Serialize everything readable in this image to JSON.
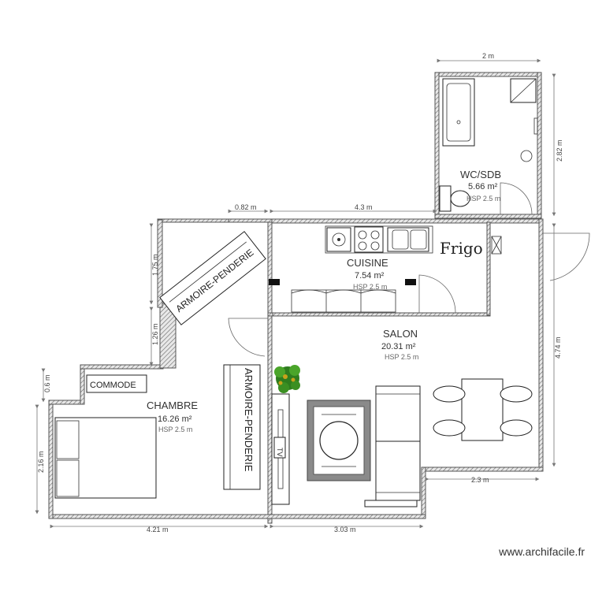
{
  "rooms": [
    {
      "name": "WC/SDB",
      "area": "5.66 m²",
      "hsp": "HSP 2.5 m"
    },
    {
      "name": "CUISINE",
      "area": "7.54 m²",
      "hsp": "HSP 2.5 m"
    },
    {
      "name": "SALON",
      "area": "20.31 m²",
      "hsp": "HSP 2.5 m"
    },
    {
      "name": "CHAMBRE",
      "area": "16.26 m²",
      "hsp": "HSP 2.5 m"
    }
  ],
  "labels": {
    "armoire_1": "ARMOIRE-PENDERIE",
    "armoire_2": "ARMOIRE-PENDERIE",
    "commode": "COMMODE",
    "frigo": "Frigo",
    "tv": "TV"
  },
  "dimensions": {
    "wc_top": "2 m",
    "wc_right": "2.82 m",
    "top_left": "0.82 m",
    "top_main": "4.3 m",
    "left_upper": "1.75 m",
    "left_mid": "1.26 m",
    "left_commode": "0.6 m",
    "left_chambre": "2.16 m",
    "right_salon": "4.74 m",
    "salon_inner": "2.3 m",
    "bottom_left": "4.21 m",
    "bottom_right": "3.03 m"
  },
  "watermark": "www.archifacile.fr"
}
